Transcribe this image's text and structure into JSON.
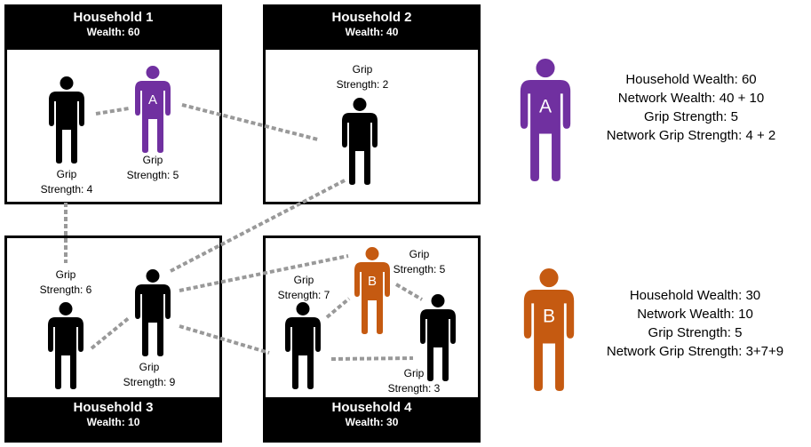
{
  "households": [
    {
      "name": "Household 1",
      "wealth": "Wealth: 60"
    },
    {
      "name": "Household 2",
      "wealth": "Wealth: 40"
    },
    {
      "name": "Household 3",
      "wealth": "Wealth: 10"
    },
    {
      "name": "Household 4",
      "wealth": "Wealth: 30"
    }
  ],
  "labels": {
    "grip": "Grip",
    "h1_black": "Strength: 4",
    "h1_a": "Strength: 5",
    "h2_black": "Strength: 2",
    "h3_left": "Strength: 6",
    "h3_center": "Strength: 9",
    "h4_left": "Strength: 7",
    "h4_b": "Strength: 5",
    "h4_right": "Strength: 3"
  },
  "persons": {
    "a_letter": "A",
    "b_letter": "B"
  },
  "info_a": {
    "letter": "A",
    "lines": [
      "Household Wealth: 60",
      "Network Wealth: 40  + 10",
      "Grip Strength: 5",
      "Network Grip Strength: 4 + 2"
    ]
  },
  "info_b": {
    "letter": "B",
    "lines": [
      "Household Wealth: 30",
      "Network Wealth: 10",
      "Grip Strength: 5",
      "Network Grip Strength: 3+7+9"
    ]
  },
  "colors": {
    "person_a": "#7030a0",
    "person_b": "#c55a11",
    "person_default": "#000000",
    "link": "#999999"
  }
}
